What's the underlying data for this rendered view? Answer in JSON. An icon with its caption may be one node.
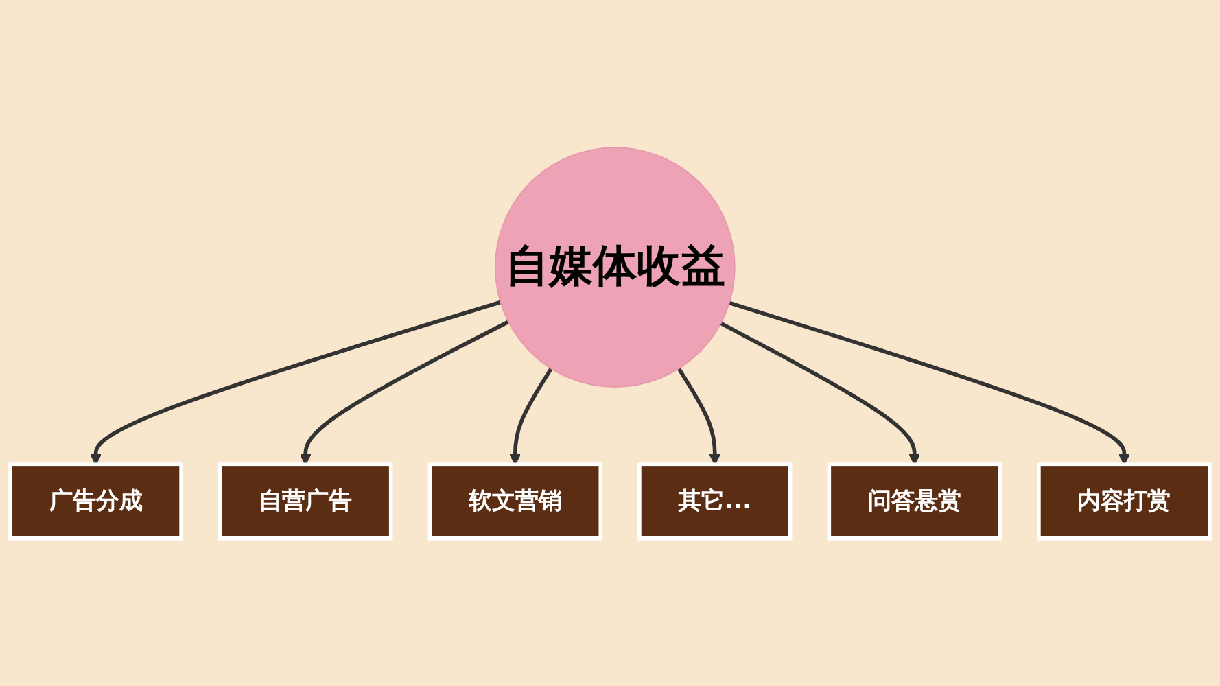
{
  "diagram": {
    "nodes": [
      {
        "text": [
          "自媒体收益"
        ]
      },
      {
        "text": [
          "广告分成"
        ]
      },
      {
        "text": [
          "自营广告"
        ]
      },
      {
        "text": [
          "软文营销"
        ]
      },
      {
        "text": [
          "其它..."
        ]
      },
      {
        "text": [
          "问答悬赏"
        ]
      },
      {
        "text": [
          "内容打赏"
        ]
      }
    ],
    "edges": [
      {
        "from": 0,
        "to": 1,
        "arrow": "to"
      },
      {
        "from": 0,
        "to": 2,
        "arrow": "to"
      },
      {
        "from": 0,
        "to": 3,
        "arrow": "to"
      },
      {
        "from": 0,
        "to": 4,
        "arrow": "to"
      },
      {
        "from": 0,
        "to": 5,
        "arrow": "to"
      },
      {
        "from": 0,
        "to": 6,
        "arrow": "to"
      }
    ]
  }
}
